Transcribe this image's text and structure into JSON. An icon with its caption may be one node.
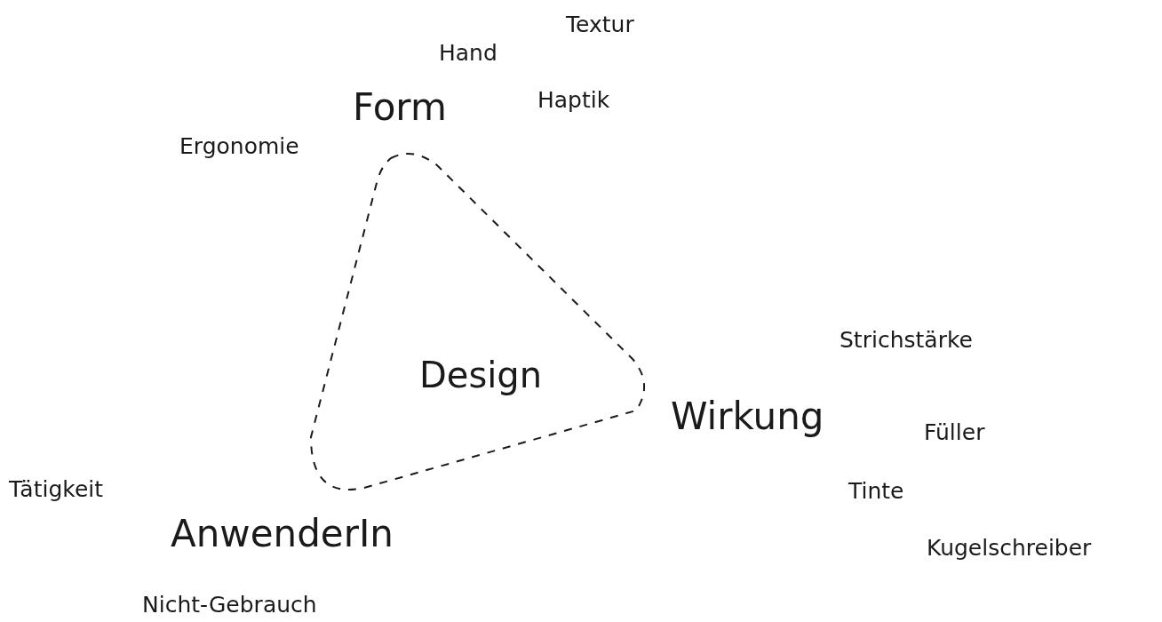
{
  "diagram": {
    "nodes": [
      {
        "text": [
          "Design"
        ]
      }
    ],
    "labels": [
      "Textur",
      "Hand",
      "Form",
      "Haptik",
      "Ergonomie",
      "Strichstärke",
      "Wirkung",
      "Füller",
      "Tätigkeit",
      "Tinte",
      "AnwenderIn",
      "Kugelschreiber",
      "Nicht-Gebrauch"
    ]
  }
}
